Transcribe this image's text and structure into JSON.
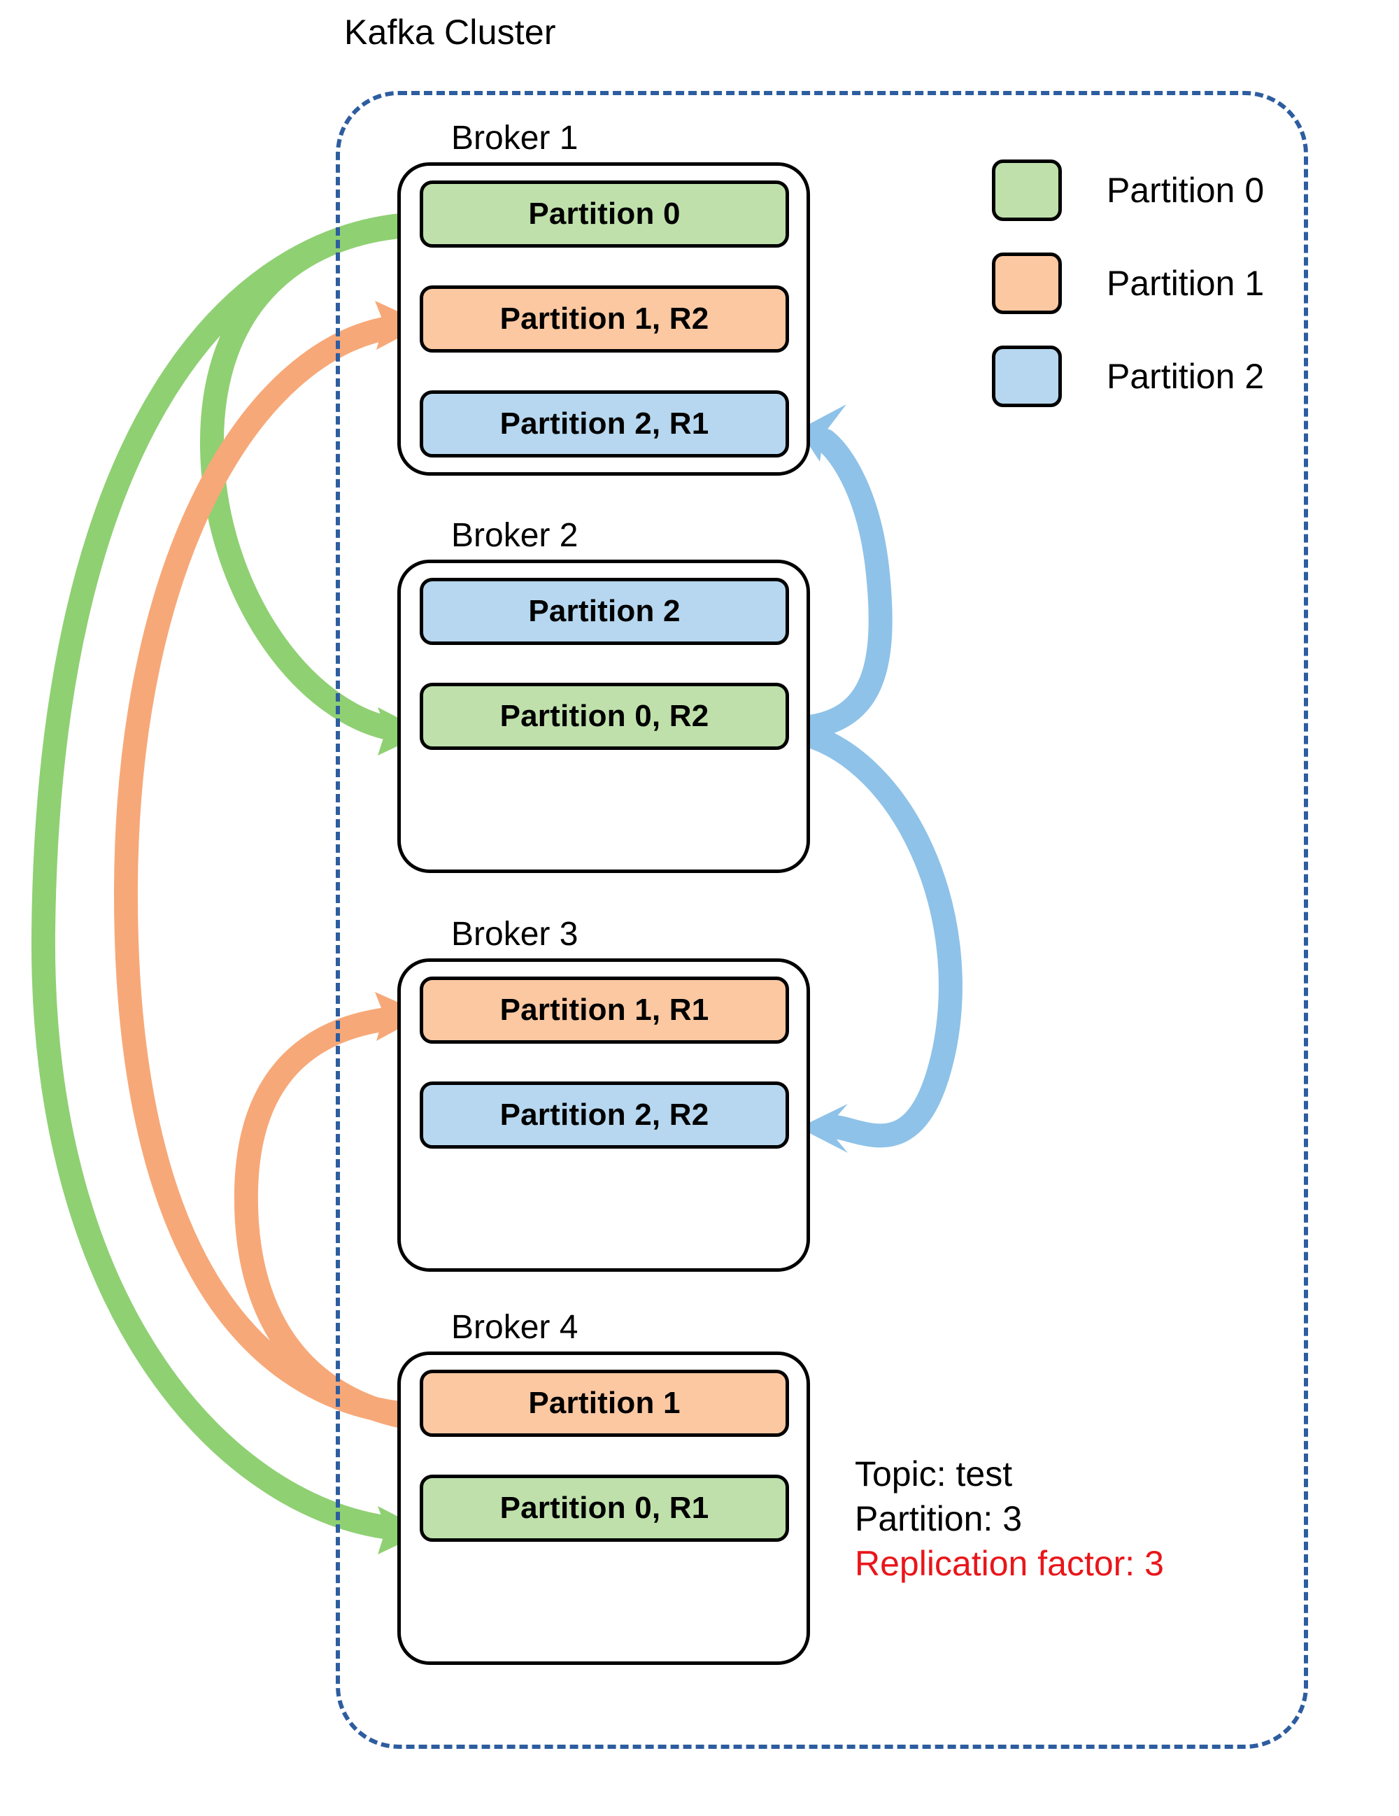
{
  "diagram": {
    "title": "Kafka Cluster",
    "type": "kafka-partition-replication"
  },
  "legend": {
    "items": [
      {
        "label": "Partition 0",
        "color": "#bfe0ab",
        "icon": "legend-swatch-green"
      },
      {
        "label": "Partition 1",
        "color": "#fbc8a2",
        "icon": "legend-swatch-orange"
      },
      {
        "label": "Partition 2",
        "color": "#b6d7ef",
        "icon": "legend-swatch-blue"
      }
    ]
  },
  "brokers": [
    {
      "title": "Broker 1",
      "partitions": [
        {
          "label": "Partition 0",
          "partition": 0,
          "replica": null,
          "role": "leader",
          "color": "#bfe0ab"
        },
        {
          "label": "Partition 1, R2",
          "partition": 1,
          "replica": "R2",
          "role": "follower",
          "color": "#fbc8a2"
        },
        {
          "label": "Partition 2, R1",
          "partition": 2,
          "replica": "R1",
          "role": "follower",
          "color": "#b6d7ef"
        }
      ]
    },
    {
      "title": "Broker 2",
      "partitions": [
        {
          "label": "Partition 2",
          "partition": 2,
          "replica": null,
          "role": "leader",
          "color": "#b6d7ef"
        },
        {
          "label": "Partition 0, R2",
          "partition": 0,
          "replica": "R2",
          "role": "follower",
          "color": "#bfe0ab"
        }
      ]
    },
    {
      "title": "Broker 3",
      "partitions": [
        {
          "label": "Partition 1, R1",
          "partition": 1,
          "replica": "R1",
          "role": "follower",
          "color": "#fbc8a2"
        },
        {
          "label": "Partition 2, R2",
          "partition": 2,
          "replica": "R2",
          "role": "follower",
          "color": "#b6d7ef"
        }
      ]
    },
    {
      "title": "Broker 4",
      "partitions": [
        {
          "label": "Partition 1",
          "partition": 1,
          "replica": null,
          "role": "leader",
          "color": "#fbc8a2"
        },
        {
          "label": "Partition 0, R1",
          "partition": 0,
          "replica": "R1",
          "role": "follower",
          "color": "#bfe0ab"
        }
      ]
    }
  ],
  "footnote": {
    "topic": "Topic: test",
    "partition_count": "Partition: 3",
    "replication_factor": "Replication factor: 3",
    "replication_factor_color": "#e8161a"
  },
  "colors": {
    "cluster_border": "#2d5d9f",
    "arrow_green": "#8fd073",
    "arrow_orange": "#f7a878",
    "arrow_blue": "#8ec2e8",
    "partition0_fill": "#bfe0ab",
    "partition1_fill": "#fbc8a2",
    "partition2_fill": "#b6d7ef",
    "outline": "#000000"
  },
  "replication_flows": [
    {
      "partition": 0,
      "from": "Broker 1",
      "to": "Broker 2",
      "replica": "R2",
      "color": "#8fd073"
    },
    {
      "partition": 0,
      "from": "Broker 1",
      "to": "Broker 4",
      "replica": "R1",
      "color": "#8fd073"
    },
    {
      "partition": 1,
      "from": "Broker 4",
      "to": "Broker 1",
      "replica": "R2",
      "color": "#f7a878"
    },
    {
      "partition": 1,
      "from": "Broker 4",
      "to": "Broker 3",
      "replica": "R1",
      "color": "#f7a878"
    },
    {
      "partition": 2,
      "from": "Broker 2",
      "to": "Broker 1",
      "replica": "R1",
      "color": "#8ec2e8"
    },
    {
      "partition": 2,
      "from": "Broker 2",
      "to": "Broker 3",
      "replica": "R2",
      "color": "#8ec2e8"
    }
  ]
}
